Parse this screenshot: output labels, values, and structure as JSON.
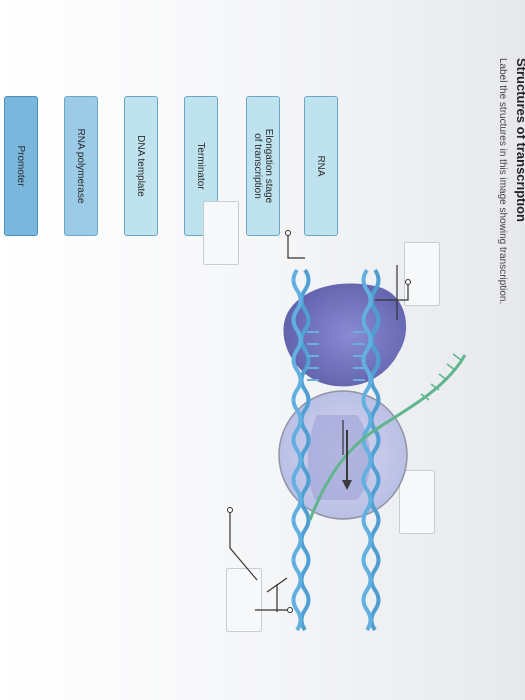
{
  "header": {
    "title": "Structures of transcription",
    "instructions": "Label the structures in this image showing transcription."
  },
  "label_bank": [
    "Promoter",
    "RNA polymerase",
    "DNA template",
    "Terminator",
    "Elongation stage\nof transcription",
    "RNA"
  ],
  "colors": {
    "chip_fill": "#bfe2ef",
    "chip_selected": "#7ab7dd",
    "dna_strand": "#4f9fd2",
    "rna_strand": "#5fb58c",
    "polymerase": "#6c6ec0"
  }
}
